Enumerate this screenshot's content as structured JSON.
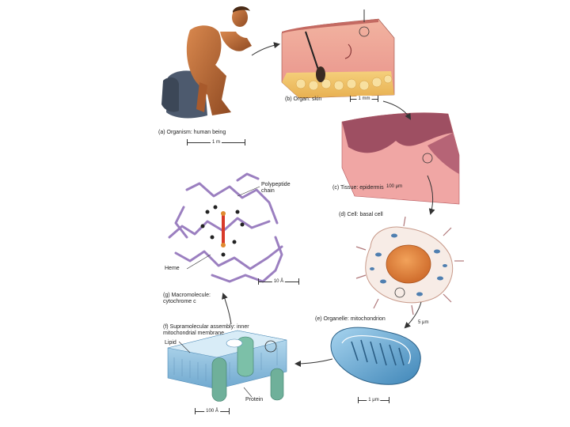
{
  "labels": {
    "organism": "(a) Organism: human being",
    "organ": "(b) Organ: skin",
    "tissue": "(c) Tissue: epidermis",
    "cell": "(d) Cell: basal cell",
    "organelle": "(e) Organelle: mitochondrion",
    "supramolecular": "(f) Supramolecular assembly: inner mitochondrial membrane",
    "macromolecule": "(g) Macromolecule: cytochrome c",
    "polypeptide": "Polypeptide chain",
    "heme": "Heme",
    "lipid": "Lipid",
    "protein": "Protein"
  },
  "scales": {
    "organism": "1 m",
    "organ": "1 mm",
    "tissue": "100 μm",
    "cell": "5 μm",
    "organelle": "1 μm",
    "supramolecular": "100 Å",
    "macromolecule": "10 Å"
  },
  "colors": {
    "skin": "#e8a08a",
    "epidermis": "#d4707a",
    "cell_nucleus": "#e08a40",
    "mitochondrion": "#5a9fc8",
    "membrane": "#8fc3df",
    "protein_blob": "#6fb09a",
    "ribbon": "#9b7fc0",
    "arrow": "#333333"
  }
}
